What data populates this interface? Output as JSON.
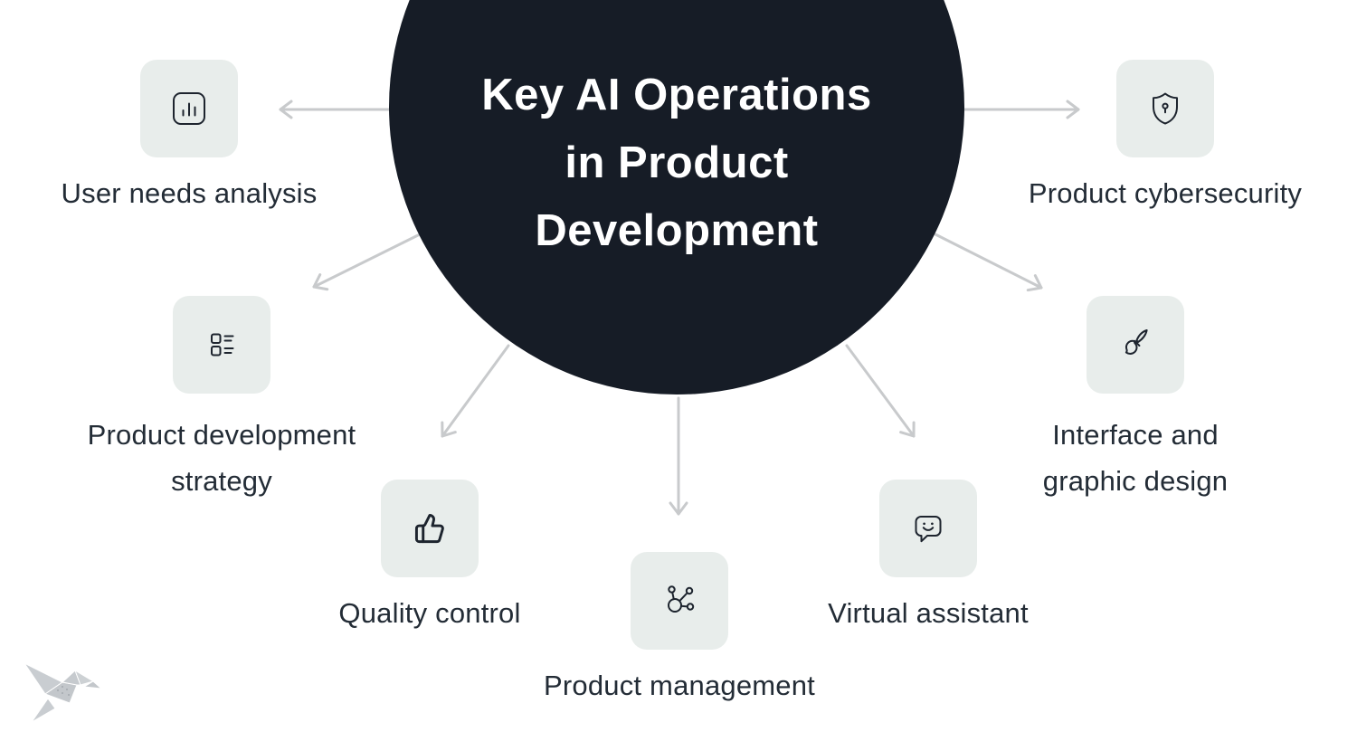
{
  "title": {
    "line1": "Key AI Operations",
    "line2": "in Product",
    "line3": "Development",
    "full": "Key AI Operations in Product Development"
  },
  "nodes": [
    {
      "label": "User needs analysis",
      "icon": "bar-chart-icon"
    },
    {
      "label": "Product cybersecurity",
      "icon": "shield-icon"
    },
    {
      "label": "Product development strategy",
      "icon": "checklist-icon"
    },
    {
      "label": "Interface and graphic design",
      "icon": "paintbrush-icon"
    },
    {
      "label": "Quality control",
      "icon": "thumbs-up-icon"
    },
    {
      "label": "Product management",
      "icon": "network-icon"
    },
    {
      "label": "Virtual assistant",
      "icon": "chat-smile-icon"
    }
  ],
  "colors": {
    "background": "#FFFFFF",
    "circle": "#161C26",
    "title_text": "#FFFFFF",
    "tile": "#E8EDEB",
    "icon_stroke": "#1D242E",
    "label_text": "#232C36",
    "arrow": "#C8CACC",
    "logo": "#C6CACD"
  },
  "logo": {
    "name": "origami-bird"
  }
}
